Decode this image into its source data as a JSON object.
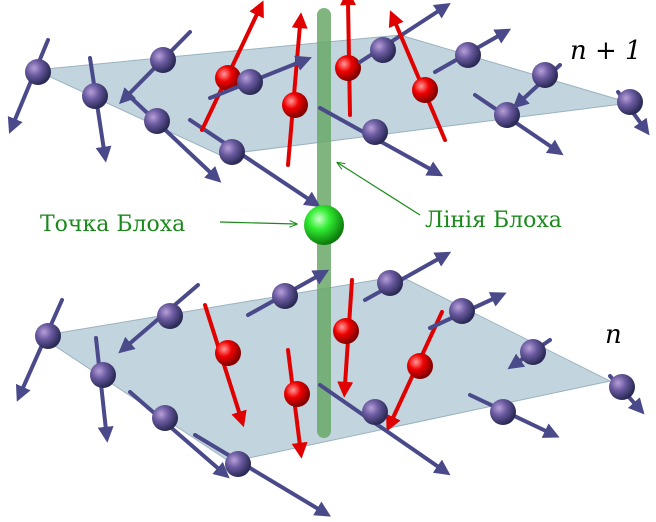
{
  "labels": {
    "bloch_point": "Точка Блоха",
    "bloch_line": "Лінія Блоха",
    "layer_top": "n + 1",
    "layer_bottom": "n"
  },
  "colors": {
    "plane": "#b7cdd8",
    "spin_blue": "#4a4a8a",
    "spin_red": "#e00000",
    "bloch_line": "#6aa86a",
    "bloch_point": "#22dd22",
    "label_green": "#1a8a1a"
  }
}
